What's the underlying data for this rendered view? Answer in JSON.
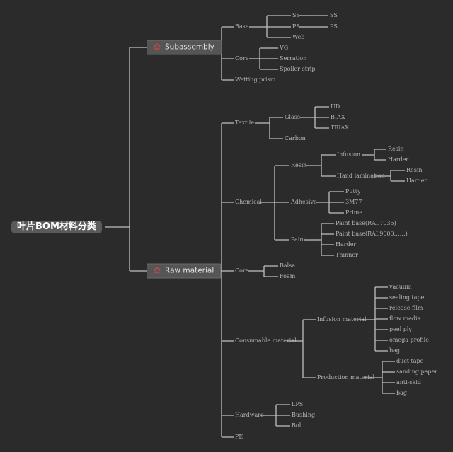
{
  "tree": {
    "root": "叶片BOM材料分类",
    "categories": {
      "subassembly": {
        "label": "Subassembly",
        "base": {
          "label": "Base",
          "ss": "SS",
          "ss_child": "SS",
          "ps": "PS",
          "ps_child": "PS",
          "web": "Web"
        },
        "core": {
          "label": "Core",
          "vg": "VG",
          "serration": "Serration",
          "spoiler": "Spoiler strip"
        },
        "wetting": "Wetting prism"
      },
      "raw_material": {
        "label": "Raw material",
        "textile": {
          "label": "Textile",
          "glass": "Glass",
          "ud": "UD",
          "biax": "BIAX",
          "triax": "TRIAX",
          "carbon": "Carbon"
        },
        "chemical": {
          "label": "Chemical",
          "resin": "Resin",
          "infusion": "Infusion",
          "inf_resin": "Resin",
          "inf_harder": "Harder",
          "hand": "Hand lamination",
          "hand_resin": "Resin",
          "hand_harder": "Harder",
          "adhesive": "Adhesive",
          "putty": "Putty",
          "sm77": "3M77",
          "prime": "Prime",
          "paint": "Paint",
          "paint1": "Paint base(RAL7035)",
          "paint2": "Paint base(RAL9000……)",
          "paint_harder": "Harder",
          "thinner": "Thinner"
        },
        "core": {
          "label": "Core",
          "balsa": "Balsa",
          "foam": "Foam"
        },
        "consumable": {
          "label": "Consumable material",
          "infusion": "Infusion material",
          "inf_items": [
            "vacuum",
            "sealing tape",
            "release film",
            "flow media",
            "peel ply",
            "omega profile",
            "bag"
          ],
          "production": "Production material",
          "prod_items": [
            "duct tape",
            "sanding paper",
            "anti-skid",
            "bag"
          ]
        },
        "hardware": {
          "label": "Hardware",
          "lps": "LPS",
          "bushing": "Bushing",
          "bolt": "Bolt"
        },
        "pe": "PE"
      }
    }
  },
  "colors": {
    "background": "#2b2b2b",
    "line": "#bfbfbf",
    "text": "#b3b3b3",
    "icon": "#b64a4a"
  }
}
